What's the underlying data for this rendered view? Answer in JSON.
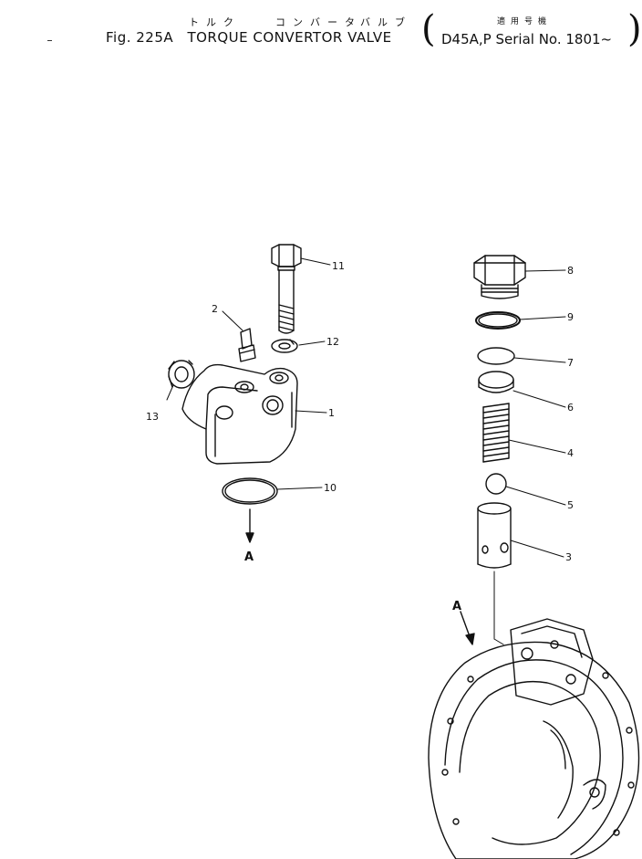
{
  "header": {
    "kana_title": [
      "トルク",
      "コンバータ",
      "バルブ"
    ],
    "fig_label": "Fig. 225A",
    "title": "TORQUE CONVERTOR VALVE",
    "applicable_label": "適用号機",
    "applicable_value": "D45A,P Serial No. 1801~"
  },
  "callouts": {
    "c1": "1",
    "c2": "2",
    "c3": "3",
    "c4": "4",
    "c5": "5",
    "c6": "6",
    "c7": "7",
    "c8": "8",
    "c9": "9",
    "c10": "10",
    "c11": "11",
    "c12": "12",
    "c13": "13"
  },
  "arrows": {
    "a_left": "A",
    "a_right": "A"
  }
}
